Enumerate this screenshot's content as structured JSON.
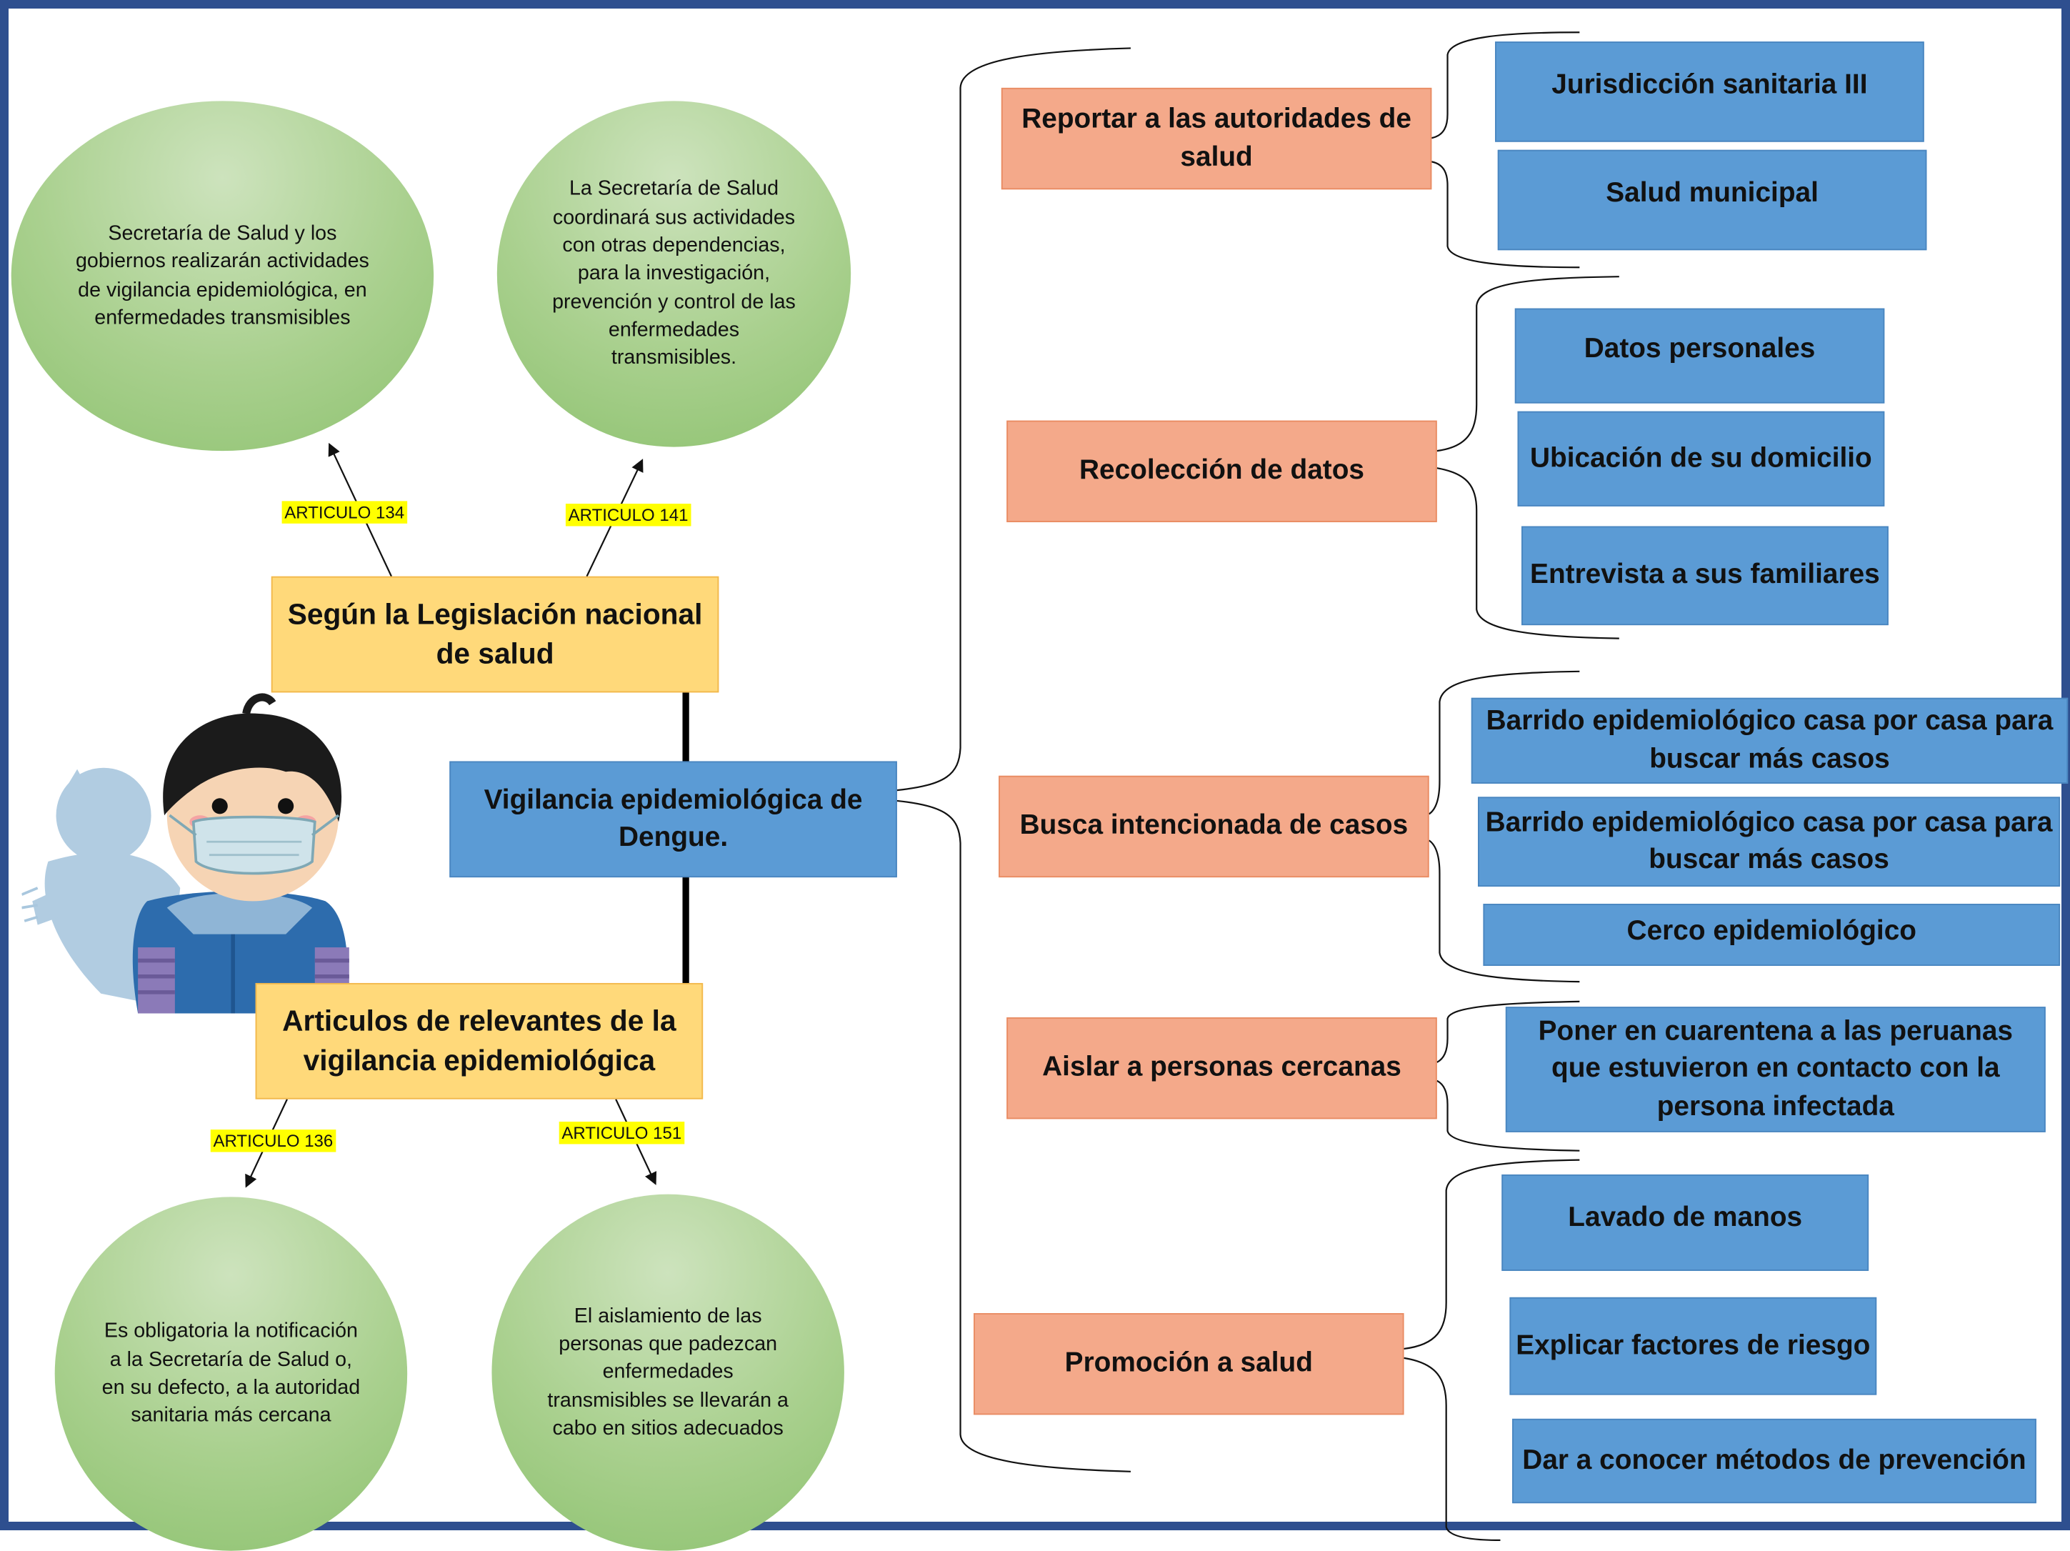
{
  "central": "Vigilancia epidemiológica de Dengue.",
  "legislacion": "Según la Legislación nacional de salud",
  "articulos": "Articulos de relevantes de la vigilancia epidemiológica",
  "circles": [
    {
      "article": "ARTICULO 134",
      "text": "Secretaría de Salud y los gobiernos realizarán actividades de vigilancia epidemiológica, en enfermedades transmisibles"
    },
    {
      "article": "ARTICULO 141",
      "text": "La Secretaría de Salud coordinará sus actividades con otras dependencias, para la investigación, prevención y control de las enfermedades transmisibles."
    },
    {
      "article": "ARTICULO 136",
      "text": "Es obligatoria la notificación a la Secretaría de Salud o, en su defecto, a la autoridad sanitaria más cercana"
    },
    {
      "article": "ARTICULO 151",
      "text": "El aislamiento de las personas que padezcan enfermedades transmisibles se llevarán a cabo en sitios adecuados"
    }
  ],
  "actions": [
    {
      "title": "Reportar a las autoridades de salud",
      "items": [
        "Jurisdicción sanitaria III",
        "Salud municipal"
      ]
    },
    {
      "title": "Recolección de datos",
      "items": [
        "Datos personales",
        "Ubicación de su domicilio",
        "Entrevista a sus familiares"
      ]
    },
    {
      "title": "Busca intencionada de casos",
      "items": [
        "Barrido epidemiológico casa por casa para buscar más casos",
        "Barrido epidemiológico casa por casa para buscar más casos",
        "Cerco epidemiológico"
      ]
    },
    {
      "title": "Aislar a personas cercanas",
      "items": [
        "Poner en cuarentena a las peruanas que estuvieron en contacto con la persona infectada"
      ]
    },
    {
      "title": "Promoción a salud",
      "items": [
        "Lavado de manos",
        "Explicar factores de riesgo",
        "Dar a conocer métodos de prevención"
      ]
    }
  ],
  "colors": {
    "border": "#2e4f8f",
    "blue": "#5b9bd5",
    "orange": "#f4a98a",
    "yellow": "#ffd97a",
    "green": "#a9d08e"
  },
  "illustration": "child-with-mask-icon"
}
